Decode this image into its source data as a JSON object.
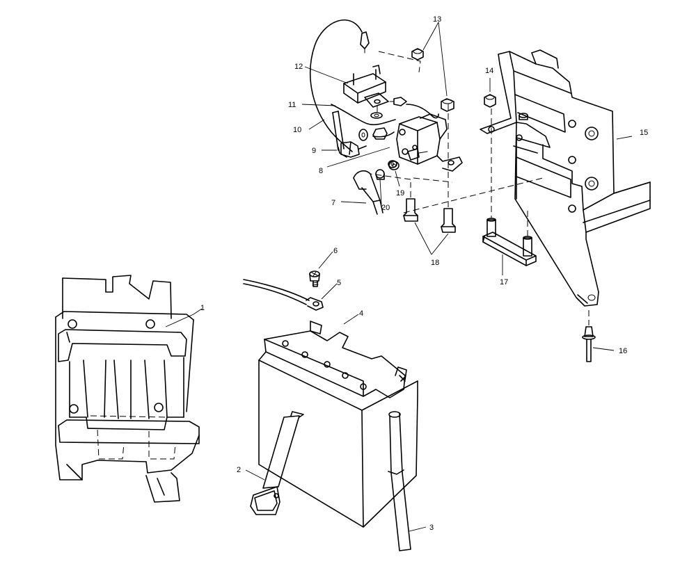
{
  "diagram": {
    "callouts": [
      {
        "id": "1",
        "text": "1"
      },
      {
        "id": "2",
        "text": "2"
      },
      {
        "id": "3",
        "text": "3"
      },
      {
        "id": "4",
        "text": "4"
      },
      {
        "id": "5",
        "text": "5"
      },
      {
        "id": "6",
        "text": "6"
      },
      {
        "id": "7",
        "text": "7"
      },
      {
        "id": "8",
        "text": "8"
      },
      {
        "id": "9",
        "text": "9"
      },
      {
        "id": "10",
        "text": "10"
      },
      {
        "id": "11",
        "text": "11"
      },
      {
        "id": "12",
        "text": "12"
      },
      {
        "id": "13",
        "text": "13"
      },
      {
        "id": "14",
        "text": "14"
      },
      {
        "id": "15",
        "text": "15"
      },
      {
        "id": "16",
        "text": "16"
      },
      {
        "id": "17",
        "text": "17"
      },
      {
        "id": "18",
        "text": "18"
      },
      {
        "id": "19",
        "text": "19"
      },
      {
        "id": "20",
        "text": "20"
      }
    ]
  }
}
